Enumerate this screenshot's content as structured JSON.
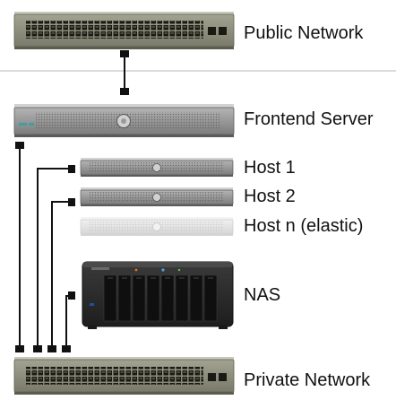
{
  "labels": {
    "public_network": "Public Network",
    "frontend_server": "Frontend Server",
    "host_1": "Host 1",
    "host_2": "Host 2",
    "host_n": "Host n (elastic)",
    "nas": "NAS",
    "private_network": "Private Network"
  },
  "colors": {
    "switch_body": "#8a8a78",
    "server_body": "#8f8f8f",
    "server_faded": "#e6e6e6",
    "nas_body": "#2c2c2c",
    "cable": "#111111",
    "divider": "#cfcfcf",
    "status_led": "#3aa0a0"
  }
}
